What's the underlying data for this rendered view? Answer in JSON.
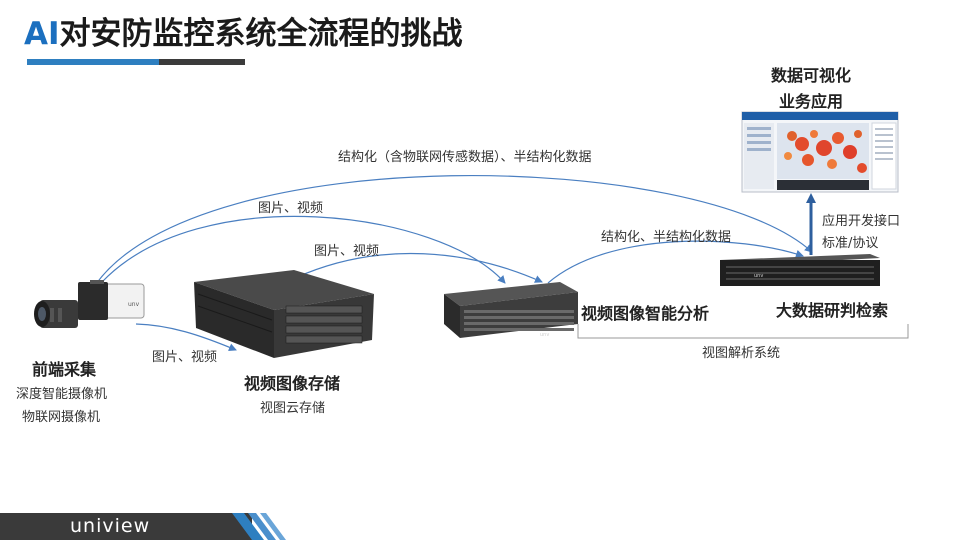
{
  "title": {
    "ai": "AI",
    "rest": "对安防监控系统全流程的挑战"
  },
  "viz": {
    "line1": "数据可视化",
    "line2": "业务应用"
  },
  "api": {
    "line1": "应用开发接口",
    "line2": "标准/协议"
  },
  "arrows": {
    "top": "结构化（含物联网传感数据）、半结构化数据",
    "camera_to_analysis": "图片、视频",
    "storage_to_analysis": "图片、视频",
    "analysis_to_bigdata": "结构化、半结构化数据",
    "camera_to_storage": "图片、视频"
  },
  "camera": {
    "title": "前端采集",
    "sub1": "深度智能摄像机",
    "sub2": "物联网摄像机"
  },
  "storage": {
    "title": "视频图像存储",
    "sub": "视图云存储"
  },
  "analysis": {
    "title": "视频图像智能分析"
  },
  "bigdata": {
    "title": "大数据研判检索"
  },
  "system": {
    "label": "视图解析系统"
  },
  "footer": {
    "logo": "uniview"
  },
  "colors": {
    "accent": "#2e7fc0",
    "arrow": "#4a7fc1",
    "dark": "#3a3a3a"
  }
}
